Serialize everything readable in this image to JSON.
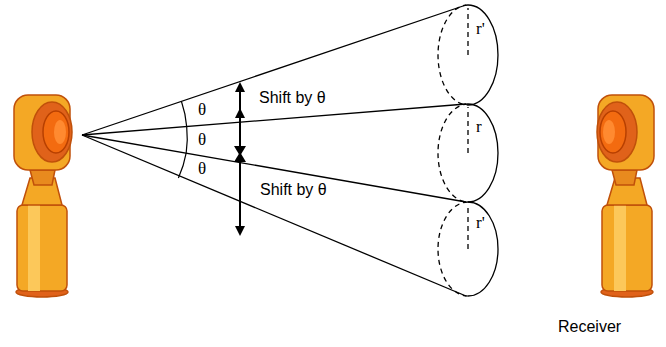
{
  "diagram": {
    "labels": [
      "r'",
      "θ",
      "Shift by θ",
      "r",
      "θ",
      "θ",
      "Shift by θ",
      "r'",
      "Receiver"
    ]
  }
}
